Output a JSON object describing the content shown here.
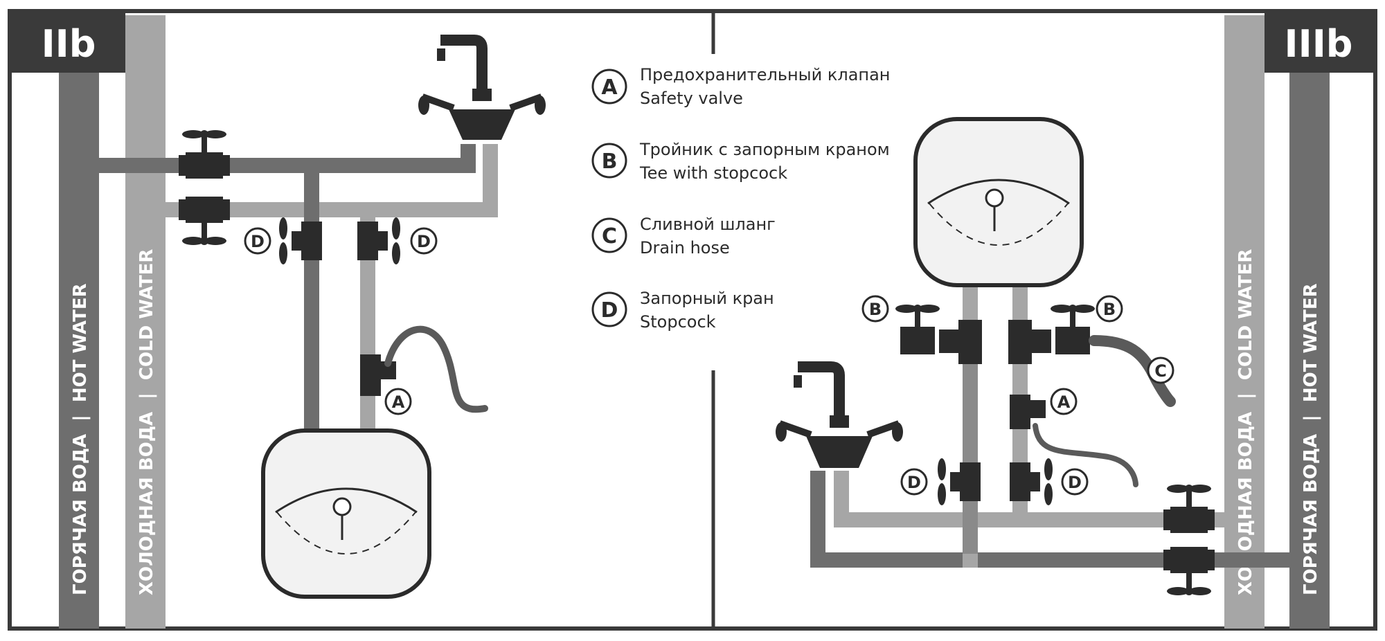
{
  "panels": {
    "left_id": "IIb",
    "right_id": "IIIb"
  },
  "pipe_labels": {
    "hot": "ГОРЯЧАЯ ВОДА  |  HOT WATER",
    "cold": "ХОЛОДНАЯ ВОДА  |  COLD WATER"
  },
  "legend": [
    {
      "letter": "A",
      "ru": "Предохранительный клапан",
      "en": "Safety valve"
    },
    {
      "letter": "B",
      "ru": "Тройник с запорным краном",
      "en": "Tee with stopcock"
    },
    {
      "letter": "C",
      "ru": "Сливной шланг",
      "en": "Drain hose"
    },
    {
      "letter": "D",
      "ru": "Запорный кран",
      "en": "Stopcock"
    }
  ],
  "callouts": {
    "left_d1": "D",
    "left_d2": "D",
    "left_a": "A",
    "right_b1": "B",
    "right_b2": "B",
    "right_c": "C",
    "right_a": "A",
    "right_d1": "D",
    "right_d2": "D"
  },
  "colors": {
    "frame": "#3a3a3a",
    "hot_pipe": "#6e6e6e",
    "cold_pipe": "#a6a6a6",
    "fitting": "#2b2b2b",
    "tank_fill": "#f2f2f2"
  }
}
